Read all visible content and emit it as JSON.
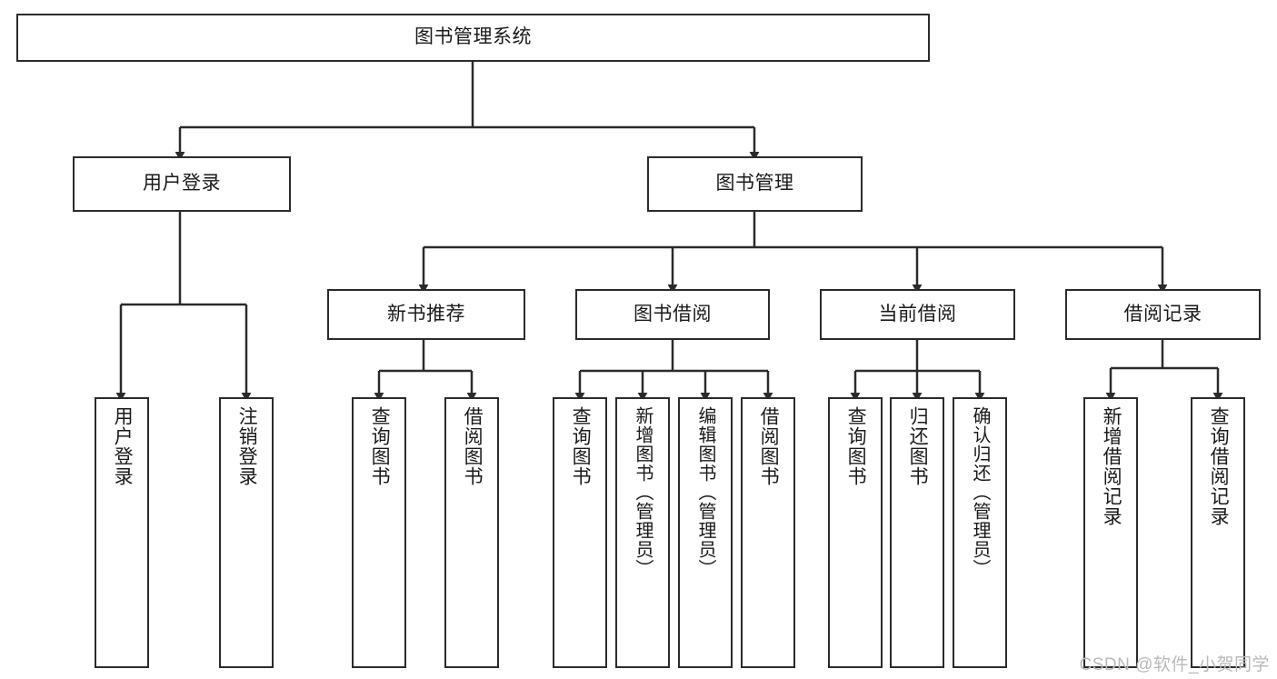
{
  "diagram": {
    "title": "图书管理系统",
    "type": "hierarchy-tree",
    "watermark": "CSDN @软件_小贺同学",
    "line_color": "#2b2b2b",
    "text_color": "#1a1a1a",
    "background": "#ffffff"
  },
  "nodes": {
    "root": {
      "label": "图书管理系统"
    },
    "level2": [
      {
        "label": "用户登录"
      },
      {
        "label": "图书管理"
      }
    ],
    "level3": [
      {
        "label": "新书推荐"
      },
      {
        "label": "图书借阅"
      },
      {
        "label": "当前借阅"
      },
      {
        "label": "借阅记录"
      }
    ],
    "leaves": {
      "user_login": [
        {
          "label": "用户登录"
        },
        {
          "label": "注销登录"
        }
      ],
      "new_book_recommend": [
        {
          "label": "查询图书"
        },
        {
          "label": "借阅图书"
        }
      ],
      "book_borrow": [
        {
          "label": "查询图书"
        },
        {
          "label": "新增图书（管理员）"
        },
        {
          "label": "编辑图书（管理员）"
        },
        {
          "label": "借阅图书"
        }
      ],
      "current_borrow": [
        {
          "label": "查询图书"
        },
        {
          "label": "归还图书"
        },
        {
          "label": "确认归还（管理员）"
        }
      ],
      "borrow_record": [
        {
          "label": "新增借阅记录"
        },
        {
          "label": "查询借阅记录"
        }
      ]
    }
  }
}
